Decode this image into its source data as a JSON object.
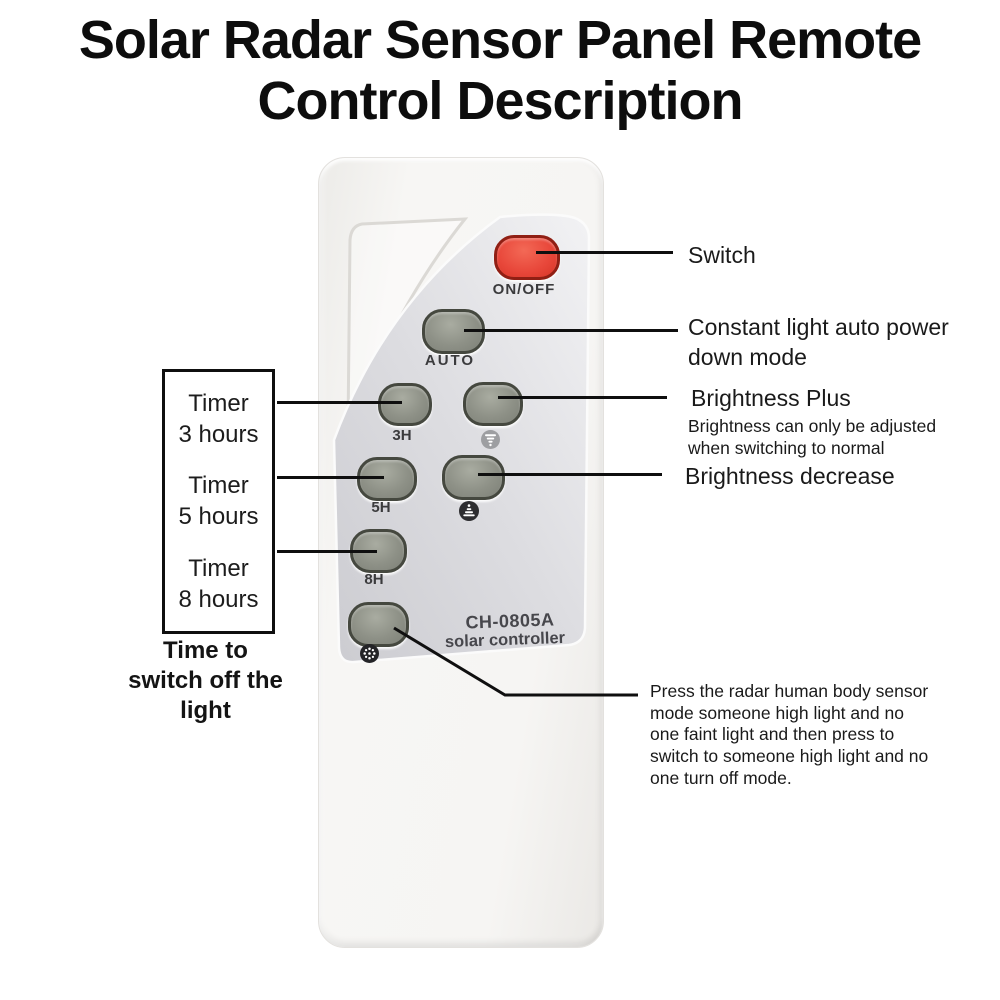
{
  "title": {
    "line1": "Solar Radar Sensor Panel Remote",
    "line2": "Control Description"
  },
  "remote": {
    "buttons": {
      "on_off": "ON/OFF",
      "auto": "AUTO",
      "timer3": "3H",
      "timer5": "5H",
      "timer8": "8H"
    },
    "model": "CH-0805A",
    "model_caption": "solar controller",
    "icons": {
      "brightness_plus": "brightness-increase-icon",
      "brightness_minus": "brightness-decrease-icon",
      "radar": "radar-sensor-icon"
    }
  },
  "left_box": {
    "rows": [
      {
        "l1": "Timer",
        "l2": "3 hours"
      },
      {
        "l1": "Timer",
        "l2": "5 hours"
      },
      {
        "l1": "Timer",
        "l2": "8 hours"
      }
    ],
    "caption_lines": [
      "Time to",
      "switch off the",
      "light"
    ]
  },
  "callouts": {
    "switch": "Switch",
    "constant_lines": [
      "Constant light auto power",
      "down mode"
    ],
    "brightness_plus": "Brightness Plus",
    "brightness_note_lines": [
      "Brightness can only be adjusted",
      "when switching to normal"
    ],
    "brightness_decrease": "Brightness decrease",
    "radar_note_lines": [
      "Press the radar human body sensor",
      "mode someone high light and no",
      "one faint light and then press to",
      "switch to someone high light and no",
      "one turn off mode."
    ]
  },
  "colors": {
    "accent_red": "#e8473a",
    "button_gray": "#8e9187",
    "panel_silver": "#d9d9dc",
    "line_black": "#0f0f0f"
  }
}
